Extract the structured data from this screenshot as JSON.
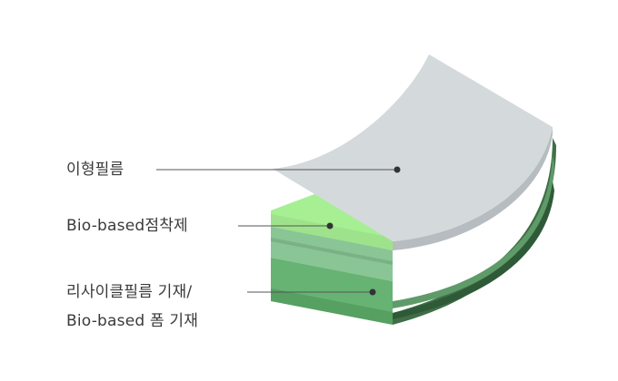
{
  "diagram": {
    "labels": {
      "release_film": "이형필름",
      "adhesive": "Bio-based점착제",
      "substrate_line1": "리사이클필름 기재/",
      "substrate_line2": "Bio-based 폼 기재"
    },
    "colors": {
      "release_film_top": "#d4d9db",
      "release_film_edge": "#b6bcc0",
      "adhesive_top": "#a6ef93",
      "adhesive_side": "#91d887",
      "film_layer": "#86be93",
      "foam_layer": "#62ad70",
      "deep_edge": "#3f6e47",
      "leader_line": "#555555",
      "leader_dot": "#333333"
    }
  }
}
